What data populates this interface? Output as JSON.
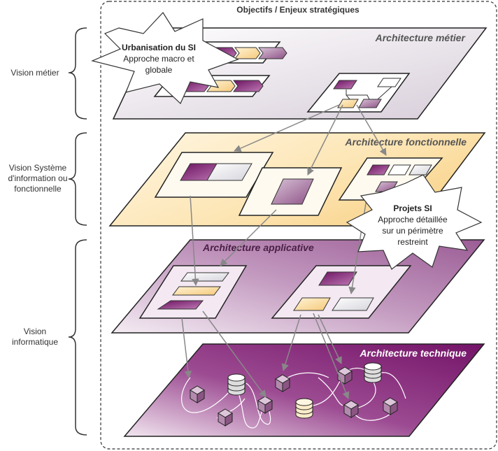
{
  "frame_title": "Objectifs / Enjeux stratégiques",
  "vision_labels": {
    "metier": "Vision métier",
    "si": [
      "Vision Système",
      "d'information ou",
      "fonctionnelle"
    ],
    "info": [
      "Vision",
      "informatique"
    ]
  },
  "layers": {
    "metier": "Architecture métier",
    "fonctionnelle": "Architecture fonctionnelle",
    "applicative": "Architecture applicative",
    "technique": "Architecture technique"
  },
  "callouts": {
    "urbanisation": {
      "title": "Urbanisation du SI",
      "lines": [
        "Approche macro et",
        "globale"
      ]
    },
    "projets": {
      "title": "Projets SI",
      "lines": [
        "Approche détaillée",
        "sur un périmètre",
        "restreint"
      ]
    }
  },
  "colors": {
    "purple_dark": "#7a1f6e",
    "purple_mid": "#a070a0",
    "cream": "#fbe6b8",
    "metier_plane": "#e9e3ea",
    "technique_plane": "#7e1f72"
  }
}
